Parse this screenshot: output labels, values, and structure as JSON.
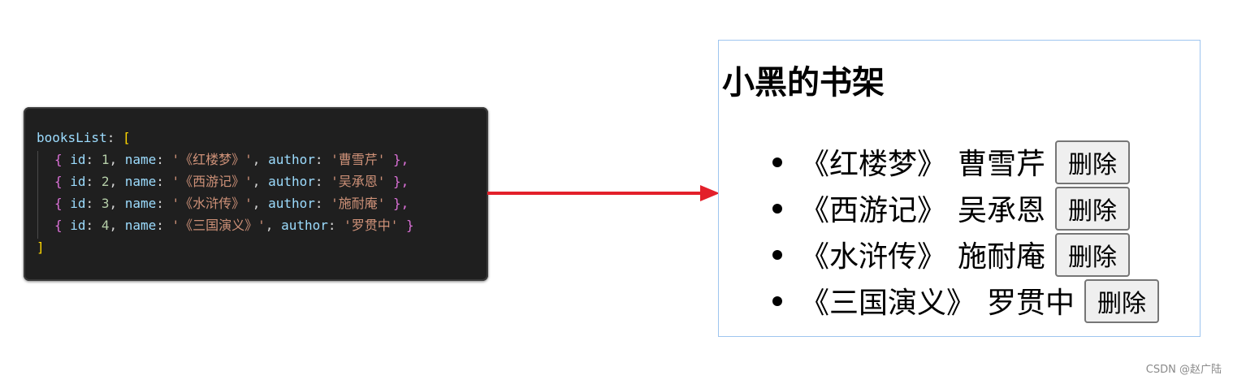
{
  "code": {
    "var_name": "booksList",
    "colon": ":",
    "open_bracket": "[",
    "close_bracket": "]",
    "items": [
      {
        "id": "1",
        "name": "'《红楼梦》'",
        "author": "'曹雪芹'",
        "end": " },"
      },
      {
        "id": "2",
        "name": "'《西游记》'",
        "author": "'吴承恩'",
        "end": " },"
      },
      {
        "id": "3",
        "name": "'《水浒传》'",
        "author": "'施耐庵'",
        "end": " },"
      },
      {
        "id": "4",
        "name": "'《三国演义》'",
        "author": "'罗贯中'",
        "end": " }"
      }
    ],
    "key_id": "id",
    "key_name": "name",
    "key_author": "author"
  },
  "preview": {
    "title": "小黑的书架",
    "books": [
      {
        "name": "《红楼梦》",
        "author": "曹雪芹",
        "button": "删除"
      },
      {
        "name": "《西游记》",
        "author": "吴承恩",
        "button": "删除"
      },
      {
        "name": "《水浒传》",
        "author": "施耐庵",
        "button": "删除"
      },
      {
        "name": "《三国演义》",
        "author": "罗贯中",
        "button": "删除"
      }
    ]
  },
  "watermark": "CSDN @赵广陆",
  "colors": {
    "arrow": "#e3202a",
    "code_bg": "#1f1f1f",
    "preview_border": "#9ec5ef"
  }
}
